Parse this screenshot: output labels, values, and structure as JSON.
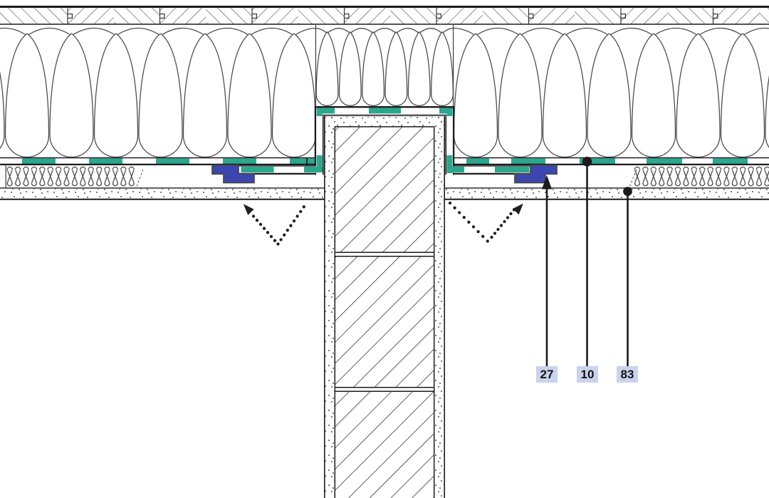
{
  "callouts": [
    {
      "label": "27"
    },
    {
      "label": "10"
    },
    {
      "label": "83"
    }
  ],
  "colors": {
    "membrane-green": "#2aa78c",
    "clamp-blue": "#3b47af",
    "label-bg": "#c9d3ee",
    "ink": "#1c1c1c"
  }
}
